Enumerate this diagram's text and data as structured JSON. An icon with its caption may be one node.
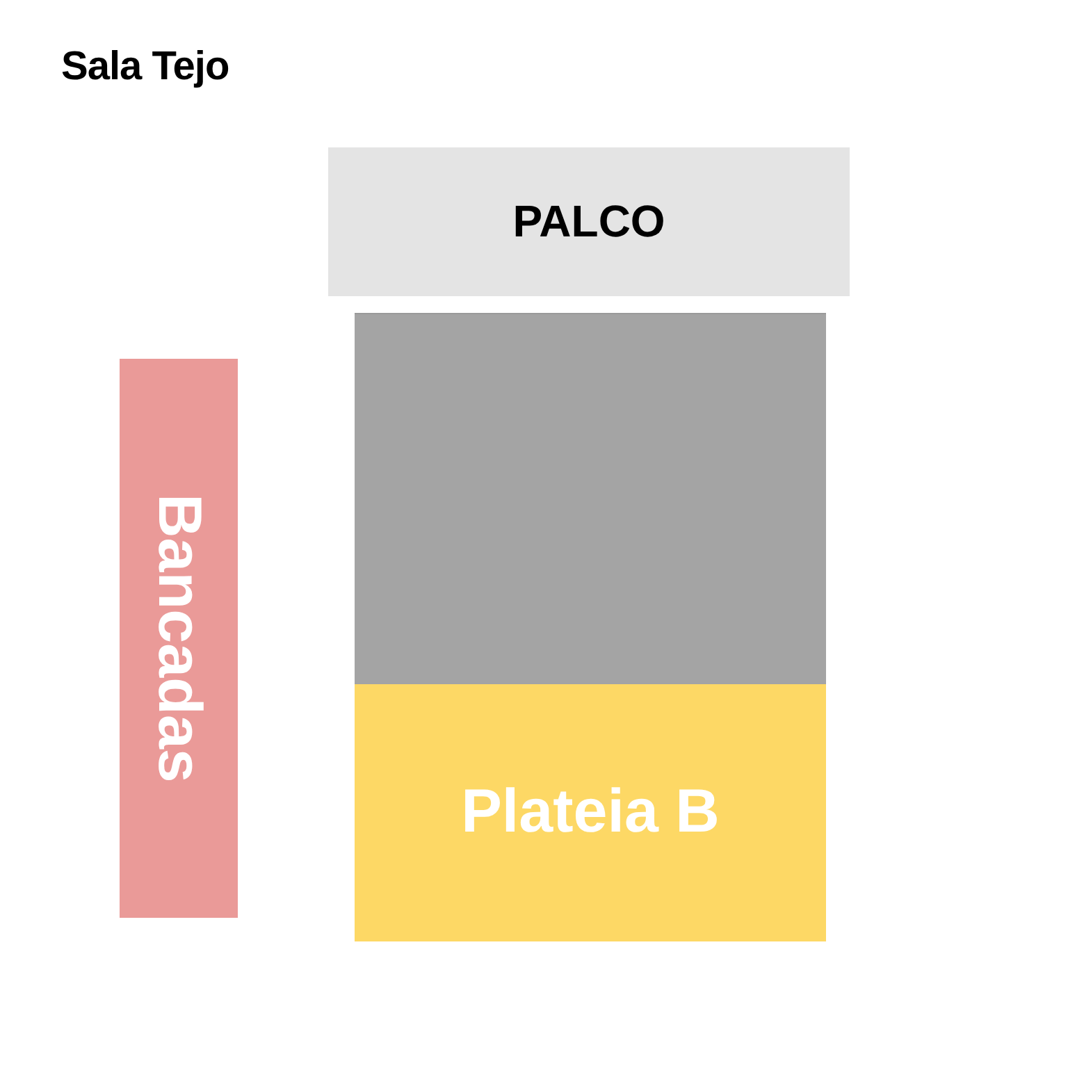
{
  "diagram": {
    "title": "Sala Tejo",
    "nodes": [
      {
        "text": [
          "PALCO"
        ]
      },
      {
        "text": [],
        "shape": "box"
      },
      {
        "text": [
          "Bancadas"
        ]
      },
      {
        "text": [
          "Plateia B"
        ]
      }
    ]
  }
}
